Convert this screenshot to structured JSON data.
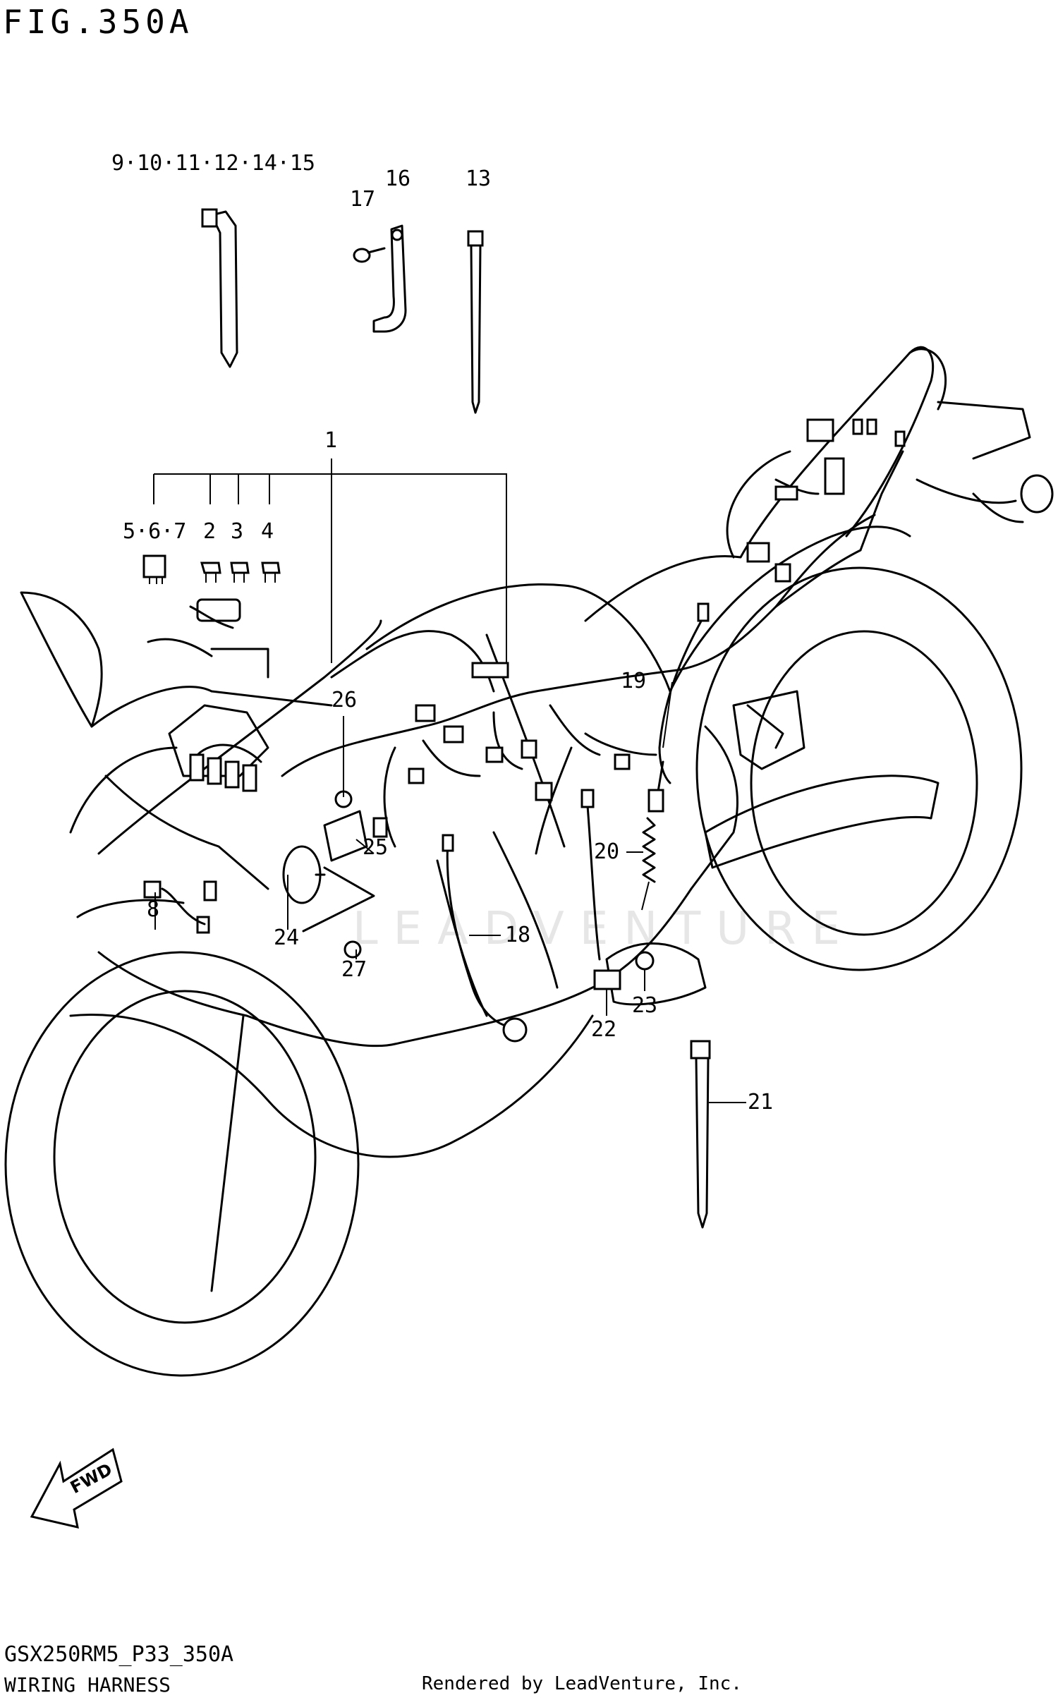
{
  "figure": {
    "title": "FIG.350A",
    "code": "GSX250RM5_P33_350A",
    "name": "WIRING HARNESS",
    "credit": "Rendered by LeadVenture, Inc.",
    "watermark": "LEADVENTURE",
    "fwd_label": "FWD"
  },
  "callouts": {
    "c_9_15": "9·10·11·12·14·15",
    "c_17": "17",
    "c_16": "16",
    "c_13": "13",
    "c_1": "1",
    "c_5_7": "5·6·7",
    "c_2": "2",
    "c_3": "3",
    "c_4": "4",
    "c_19": "19",
    "c_26": "26",
    "c_25": "25",
    "c_20": "20",
    "c_8": "8",
    "c_24": "24",
    "c_18": "18",
    "c_27": "27",
    "c_23": "23",
    "c_22": "22",
    "c_21": "21"
  }
}
